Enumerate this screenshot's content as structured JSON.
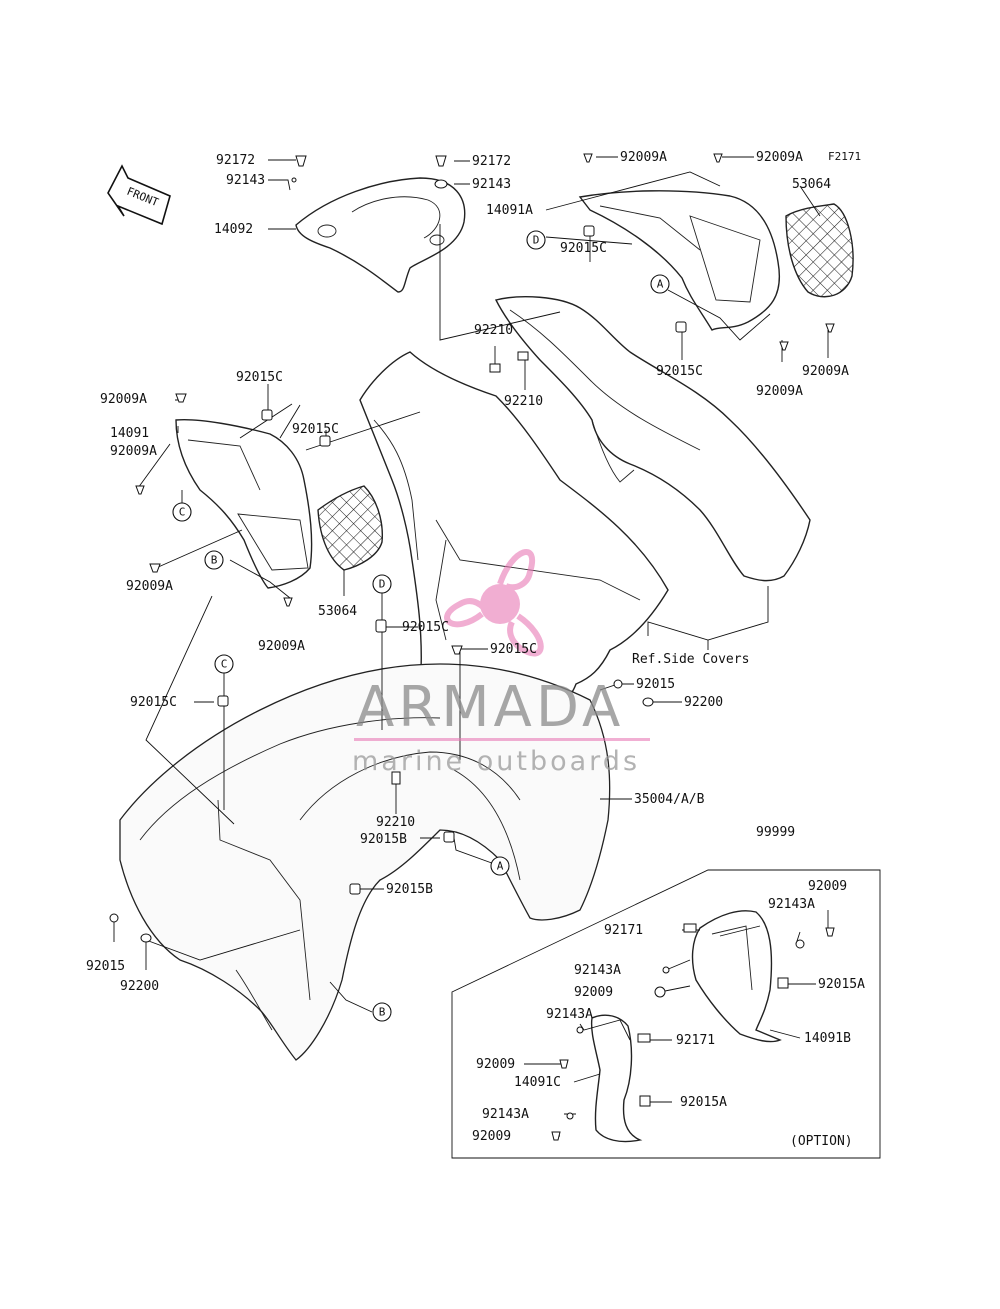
{
  "figure_code": "F2171",
  "front_label": "FRONT",
  "watermark": {
    "brand": "ARMADA",
    "tagline": "marine outboards"
  },
  "reference_note": "Ref.Side Covers",
  "option_label": "(OPTION)",
  "option_group": "99999",
  "ref_letters": [
    "A",
    "B",
    "C",
    "D"
  ],
  "callouts": {
    "c01": "92172",
    "c02": "92143",
    "c03": "14092",
    "c04": "92172",
    "c05": "92143",
    "c06": "92009A",
    "c07": "92009A",
    "c08": "14091A",
    "c09": "53064",
    "c10": "92015C",
    "c11": "92210",
    "c12": "92210",
    "c13": "92015C",
    "c14": "92009A",
    "c15": "92009A",
    "c16": "92009A",
    "c17": "92015C",
    "c18": "14091",
    "c19": "92009A",
    "c20": "92015C",
    "c21": "92009A",
    "c22": "53064",
    "c23": "92009A",
    "c24": "92015C",
    "c25": "92015C",
    "c26": "92015C",
    "c27": "92015",
    "c28": "92200",
    "c29": "35004/A/B",
    "c30": "92210",
    "c31": "92015B",
    "c32": "92015B",
    "c33": "92015",
    "c34": "92200",
    "c35": "92009",
    "c36": "92143A",
    "c37": "92171",
    "c38": "92143A",
    "c39": "92015A",
    "c40": "92009",
    "c41": "92143A",
    "c42": "92171",
    "c43": "14091B",
    "c44": "92009",
    "c45": "14091C",
    "c46": "92143A",
    "c47": "92015A",
    "c48": "92009"
  },
  "ref_markers": {
    "r1": "D",
    "r2": "A",
    "r3": "C",
    "r4": "B",
    "r5": "D",
    "r6": "C",
    "r7": "A",
    "r8": "B"
  }
}
